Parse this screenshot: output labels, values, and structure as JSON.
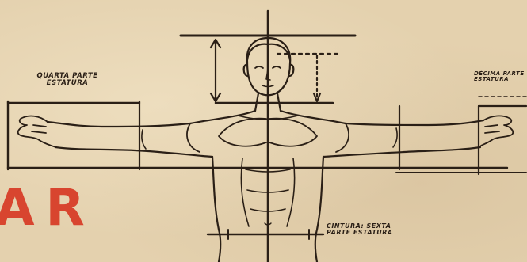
{
  "labels": {
    "quarta": "QUARTA PARTE ESTATURA",
    "decima": "DÉCIMA PARTE ESTATURA",
    "cintura": "CINTURA: SEXTA PARTE ESTATURA"
  },
  "title_fragment": "AR",
  "colors": {
    "paper": "#e4d1ae",
    "ink": "#2a1f16",
    "title_red": "#d8452f"
  }
}
